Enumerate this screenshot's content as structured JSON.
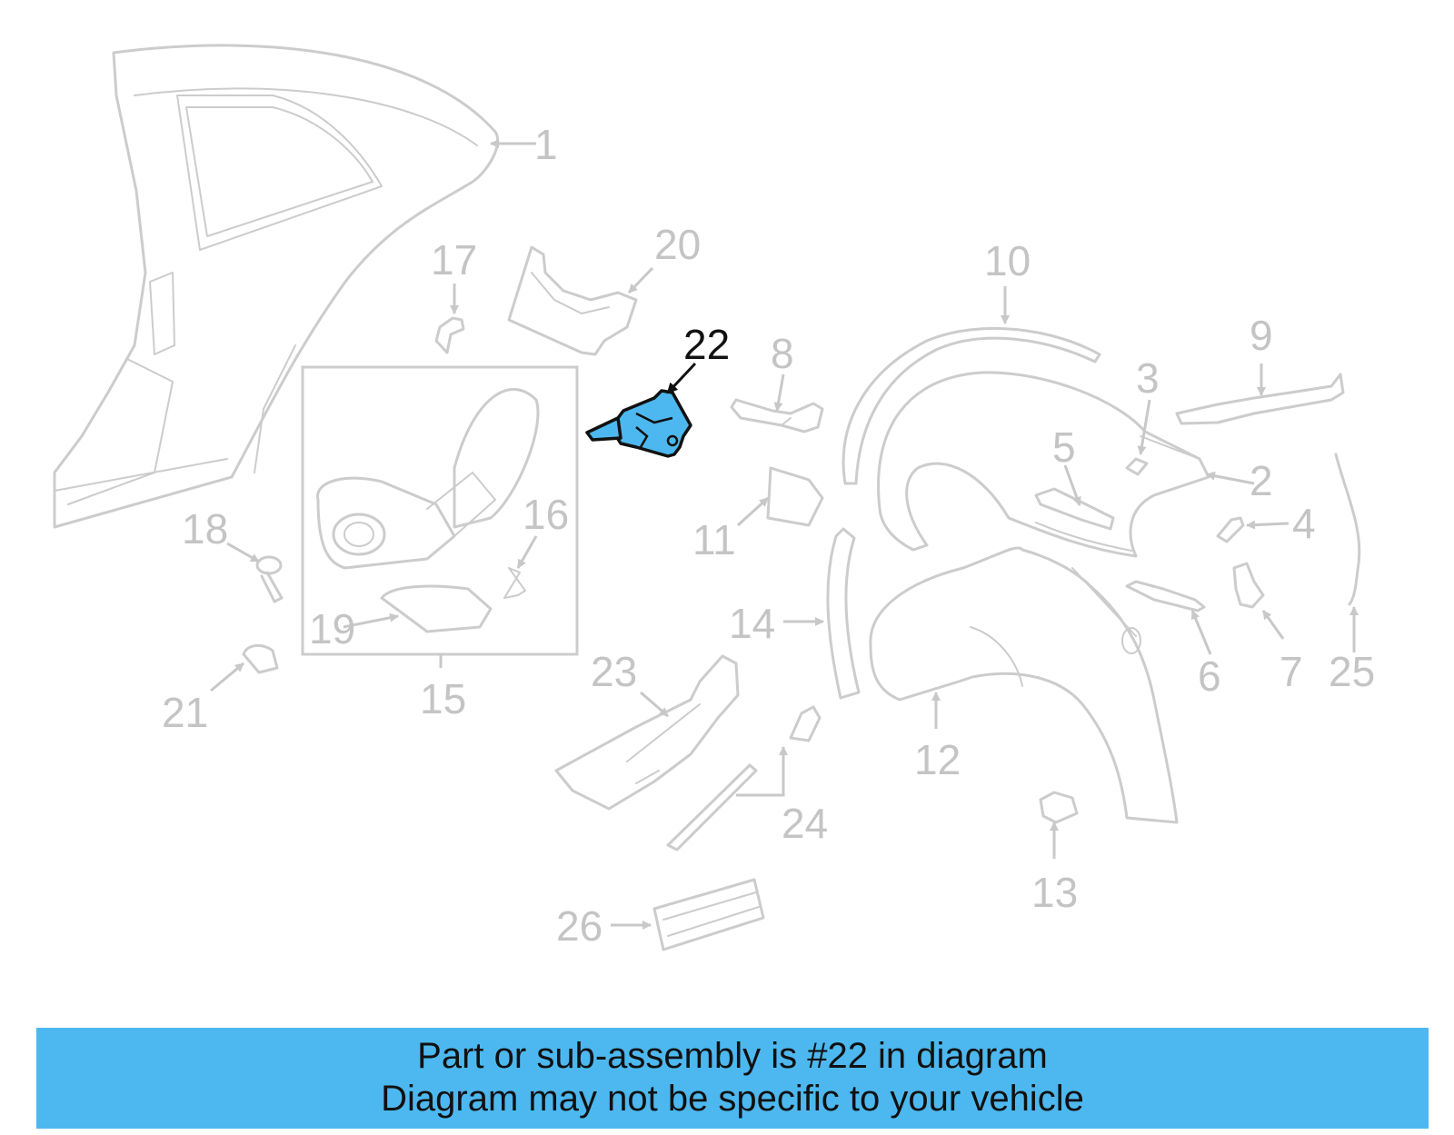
{
  "diagram": {
    "highlighted_part": "22",
    "callouts": [
      "1",
      "2",
      "3",
      "4",
      "5",
      "6",
      "7",
      "8",
      "9",
      "10",
      "11",
      "12",
      "13",
      "14",
      "15",
      "16",
      "17",
      "18",
      "19",
      "20",
      "21",
      "22",
      "23",
      "24",
      "25",
      "26"
    ]
  },
  "colors": {
    "highlight_fill": "#4db8ef",
    "banner": "#4db8ef",
    "line_art": "#cccccc",
    "text": "#111111"
  },
  "footer": {
    "line1": "Part or sub-assembly is #22 in diagram",
    "line2": "Diagram may not be specific to your vehicle"
  }
}
